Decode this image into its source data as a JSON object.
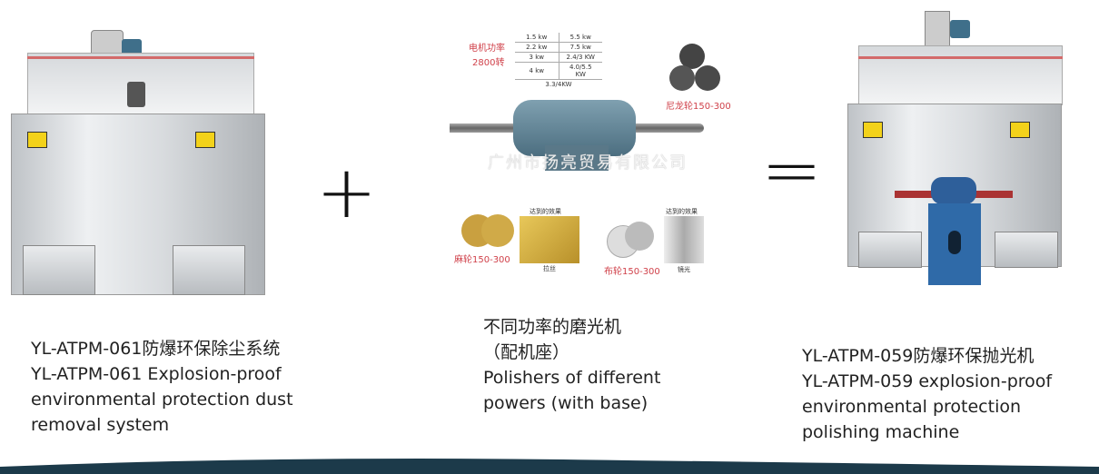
{
  "left_product": {
    "title_cn": "YL-ATPM-061防爆环保除尘系统",
    "title_en": "YL-ATPM-061 Explosion-proof environmental protection dust removal system"
  },
  "plus_sign": "+",
  "middle_product": {
    "title_cn_1": "不同功率的磨光机",
    "title_cn_2": "（配机座）",
    "title_en": "Polishers of different powers (with base)",
    "motor_label_1": "电机功率",
    "motor_label_2": "2800转",
    "power_table": [
      [
        "1.5 kw",
        "5.5 kw"
      ],
      [
        "2.2 kw",
        "7.5 kw"
      ],
      [
        "3 kw",
        "2.4/3 KW"
      ],
      [
        "4 kw",
        "4.0/5.5 KW"
      ]
    ],
    "power_extra": "3.3/4KW",
    "nylon_wheel": "尼龙轮150-300",
    "hemp_wheel": "麻轮150-300",
    "cloth_wheel": "布轮150-300",
    "effect_label": "达到的效果",
    "effect_brushed": "拉丝",
    "effect_mirror": "镜光",
    "watermark": "广州市扬亮贸易有限公司"
  },
  "equals_sign": "=",
  "right_product": {
    "title_cn": "YL-ATPM-059防爆环保抛光机",
    "title_en": "YL-ATPM-059 explosion-proof environmental protection polishing machine"
  },
  "colors": {
    "accent_red": "#d0414a",
    "footer": "#1c3a4a"
  }
}
